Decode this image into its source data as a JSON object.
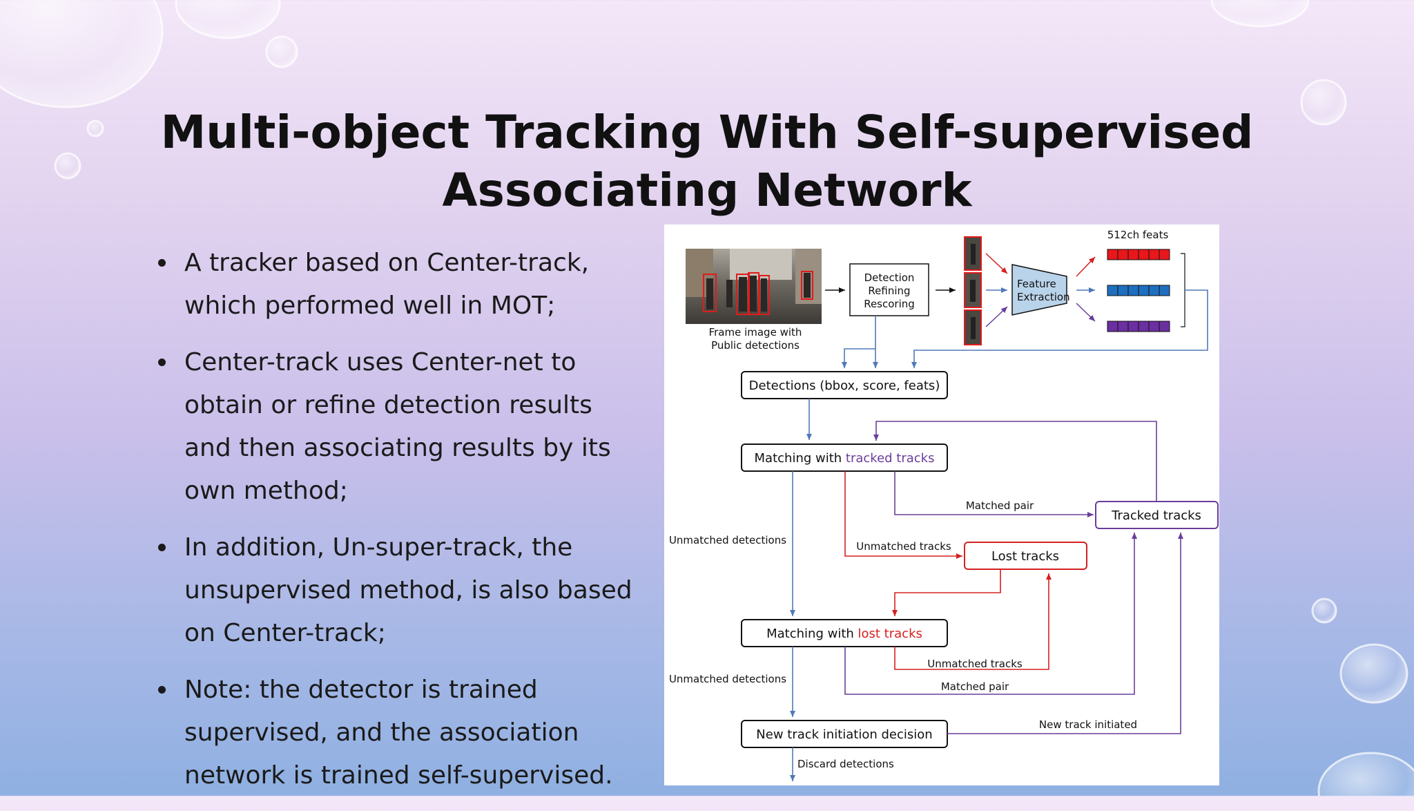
{
  "slide": {
    "title_line1": "Multi-object Tracking With Self-supervised",
    "title_line2": "Associating Network"
  },
  "bullets": [
    "A tracker based on Center-track, which performed well in MOT;",
    "Center-track uses Center-net to obtain or refine detection results and then associating results by its own method;",
    "In addition, Un-super-track, the unsupervised method, is also based on Center-track;",
    "Note: the detector is trained supervised, and the association network is trained self-supervised."
  ],
  "diagram": {
    "frame_caption_1": "Frame image with",
    "frame_caption_2": "Public detections",
    "refine_1": "Detection",
    "refine_2": "Refining",
    "refine_3": "Rescoring",
    "feat_ext_1": "Feature",
    "feat_ext_2": "Extraction",
    "feats_label": "512ch feats",
    "detections": "Detections (bbox, score, feats)",
    "match_tracked_prefix": "Matching with ",
    "match_tracked_suffix": "tracked tracks",
    "tracked_tracks": "Tracked tracks",
    "lost_tracks": "Lost tracks",
    "match_lost_prefix": "Matching with ",
    "match_lost_suffix": "lost tracks",
    "new_track_decision": "New track initiation decision",
    "matched_pair_1": "Matched pair",
    "unmatched_tracks_1": "Unmatched tracks",
    "unmatched_detections_1": "Unmatched detections",
    "unmatched_tracks_2": "Unmatched tracks",
    "matched_pair_2": "Matched pair",
    "unmatched_detections_2": "Unmatched detections",
    "new_track_initiated": "New track initiated",
    "discard_detections": "Discard detections",
    "colors": {
      "blue": "#4f79b8",
      "red": "#d42020",
      "purple": "#6a3d9a"
    }
  }
}
